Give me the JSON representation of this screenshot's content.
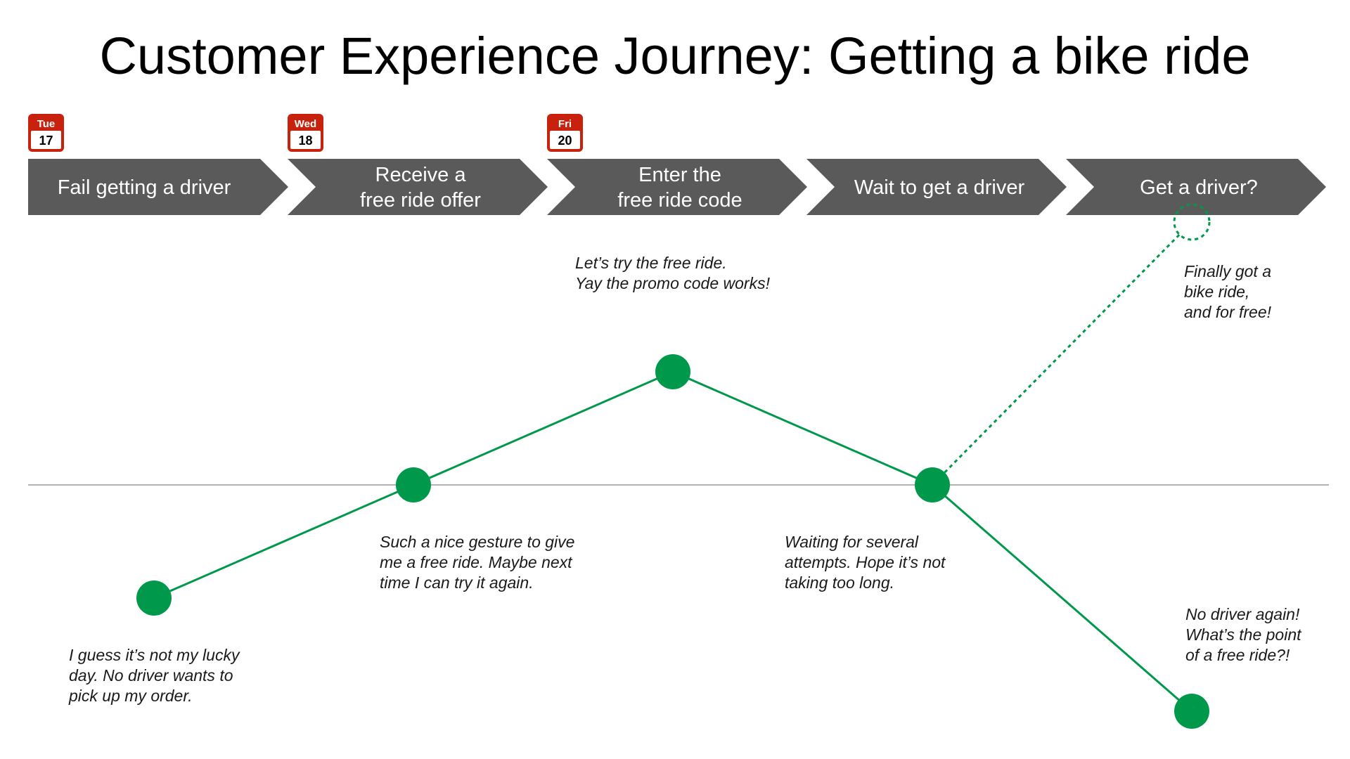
{
  "title": "Customer Experience Journey: Getting a bike ride",
  "colors": {
    "stage_fill": "#5a5a5a",
    "stage_text": "#ffffff",
    "calendar_red": "#c8220e",
    "journey_green": "#00994c",
    "baseline": "#9a9a9a"
  },
  "calendars": [
    {
      "stage": 0,
      "day": "Tue",
      "date": "17"
    },
    {
      "stage": 1,
      "day": "Wed",
      "date": "18"
    },
    {
      "stage": 2,
      "day": "Fri",
      "date": "20"
    }
  ],
  "stages": [
    {
      "lines": [
        "Fail getting a driver"
      ]
    },
    {
      "lines": [
        "Receive a",
        "free ride offer"
      ]
    },
    {
      "lines": [
        "Enter the",
        "free ride code"
      ]
    },
    {
      "lines": [
        "Wait to get a driver"
      ]
    },
    {
      "lines": [
        "Get a driver?"
      ]
    }
  ],
  "points": [
    {
      "stage": 0,
      "level": -1,
      "note_position": "below",
      "note": [
        "I guess it’s not my lucky",
        "day. No driver wants to",
        "pick up my order."
      ]
    },
    {
      "stage": 1,
      "level": 0,
      "note_position": "below",
      "note": [
        "Such a  nice gesture to give",
        "me a free ride. Maybe next",
        "time I can try it again."
      ]
    },
    {
      "stage": 2,
      "level": 1,
      "note_position": "above",
      "note": [
        "Let’s try the free ride.",
        "Yay the promo code works!"
      ]
    },
    {
      "stage": 3,
      "level": 0,
      "note_position": "below",
      "note": [
        "Waiting for several",
        "attempts. Hope it’s not",
        "taking too long."
      ]
    },
    {
      "stage": 4,
      "level": -2,
      "note_position": "above",
      "note": [
        "No driver again!",
        "What’s the point",
        "of a free ride?!"
      ]
    }
  ],
  "alternate_point": {
    "stage": 4,
    "level": 2,
    "from_stage": 3,
    "style": "dashed",
    "note": [
      "Finally got a",
      "bike ride,",
      "and for free!"
    ]
  }
}
